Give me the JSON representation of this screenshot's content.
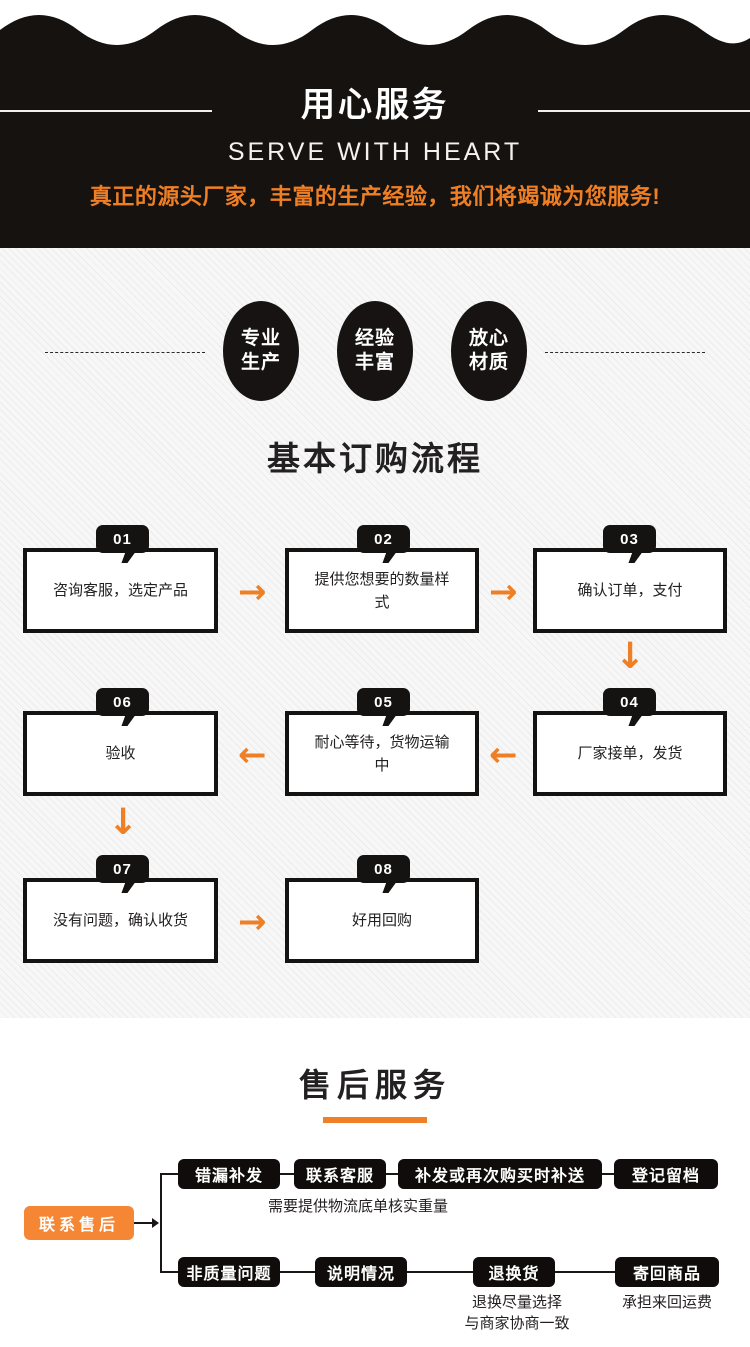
{
  "header": {
    "title": "用心服务",
    "subtitle": "SERVE WITH HEART",
    "slogan": "真正的源头厂家，丰富的生产经验，我们将竭诚为您服务!"
  },
  "badges": [
    {
      "line1": "专业",
      "line2": "生产"
    },
    {
      "line1": "经验",
      "line2": "丰富"
    },
    {
      "line1": "放心",
      "line2": "材质"
    }
  ],
  "flow": {
    "title": "基本订购流程",
    "steps": [
      {
        "num": "01",
        "text": "咨询客服，选定产品"
      },
      {
        "num": "02",
        "text": "提供您想要的数量样式"
      },
      {
        "num": "03",
        "text": "确认订单，支付"
      },
      {
        "num": "04",
        "text": "厂家接单，发货"
      },
      {
        "num": "05",
        "text": "耐心等待，货物运输中"
      },
      {
        "num": "06",
        "text": "验收"
      },
      {
        "num": "07",
        "text": "没有问题，确认收货"
      },
      {
        "num": "08",
        "text": "好用回购"
      }
    ],
    "arrow_right": "→",
    "arrow_left": "←",
    "arrow_down": "↓"
  },
  "after_sales": {
    "title": "售后服务",
    "root": "联系售后",
    "branch_top": [
      "错漏补发",
      "联系客服",
      "补发或再次购买时补送",
      "登记留档"
    ],
    "branch_bottom": [
      "非质量问题",
      "说明情况",
      "退换货",
      "寄回商品"
    ],
    "note_top": "需要提供物流底单核实重量",
    "note_return_line1": "退换尽量选择",
    "note_return_line2": "与商家协商一致",
    "note_shipping": "承担来回运费"
  },
  "colors": {
    "accent_orange": "#ef7f24",
    "dark": "#161210",
    "stripe_bg": "#f7f7f7"
  }
}
